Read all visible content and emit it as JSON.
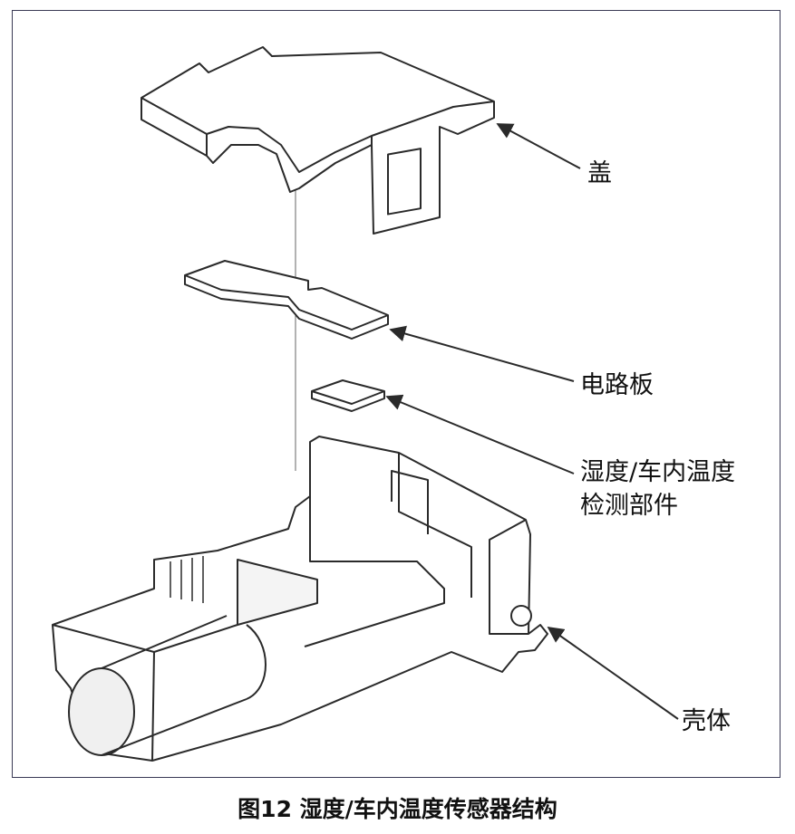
{
  "labels": {
    "lid": "盖",
    "circuit_board": "电路板",
    "sensor_line1": "湿度/车内温度",
    "sensor_line2": "检测部件",
    "housing": "壳体"
  },
  "caption": "图12 湿度/车内温度传感器结构",
  "colors": {
    "line": "#2a2a2a",
    "frame": "#3a3a55",
    "fill": "#ffffff",
    "shade": "#e6e6e6"
  }
}
